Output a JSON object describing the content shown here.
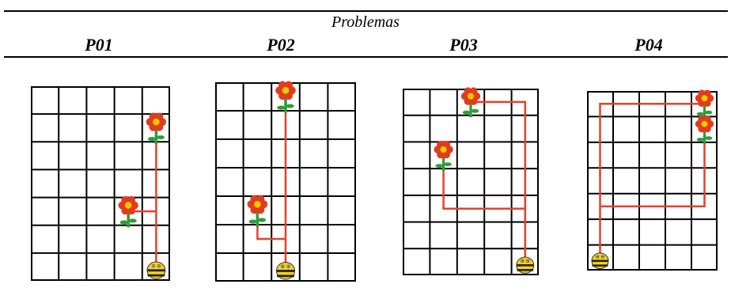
{
  "header": {
    "title": "Problemas"
  },
  "problems": [
    {
      "label": "P01",
      "cols": 5,
      "rows": 7,
      "flowers": [
        [
          4,
          1
        ],
        [
          3,
          4
        ]
      ],
      "bee": [
        4,
        6
      ],
      "path": [
        [
          4,
          6
        ],
        [
          4,
          1
        ],
        [
          4,
          4
        ],
        [
          3,
          4
        ]
      ]
    },
    {
      "label": "P02",
      "cols": 5,
      "rows": 7,
      "flowers": [
        [
          2,
          0
        ],
        [
          1,
          4
        ]
      ],
      "bee": [
        2,
        6
      ],
      "path": [
        [
          2,
          6
        ],
        [
          2,
          0
        ],
        [
          2,
          5
        ],
        [
          1,
          5
        ],
        [
          1,
          4
        ]
      ]
    },
    {
      "label": "P03",
      "cols": 5,
      "rows": 7,
      "flowers": [
        [
          2,
          0
        ],
        [
          1,
          2
        ]
      ],
      "bee": [
        4,
        6
      ],
      "path": [
        [
          4,
          6
        ],
        [
          4,
          0
        ],
        [
          2,
          0
        ],
        [
          4,
          0
        ],
        [
          4,
          4
        ],
        [
          1,
          4
        ],
        [
          1,
          2
        ]
      ]
    },
    {
      "label": "P04",
      "cols": 5,
      "rows": 7,
      "flowers": [
        [
          4,
          0
        ],
        [
          4,
          1
        ]
      ],
      "bee": [
        0,
        6
      ],
      "path": [
        [
          0,
          6
        ],
        [
          0,
          0
        ],
        [
          4,
          0
        ],
        [
          4,
          1
        ],
        [
          4,
          4
        ],
        [
          0,
          4
        ]
      ]
    }
  ],
  "colors": {
    "path": "#e8402a",
    "grid": "#000000",
    "petal": "#e23b1f",
    "center": "#f5c800",
    "stem": "#2e9d3a",
    "bee_body": "#f7d21a",
    "bee_stripe": "#222222"
  },
  "icons": {
    "flower": "flower-icon",
    "bee": "bee-bot-icon"
  }
}
